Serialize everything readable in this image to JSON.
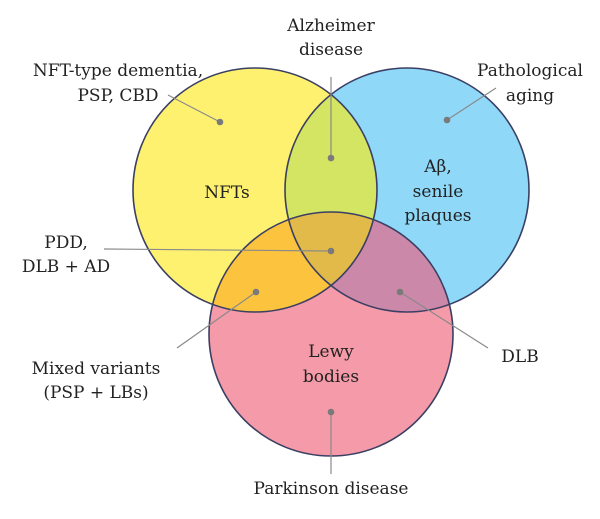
{
  "colors": {
    "yellow_circle": "#fff170",
    "blue_circle": "#8fd8f8",
    "pink_circle": "#f49aa8",
    "yellow_blue_overlap": "#d4e463",
    "yellow_pink_overlap": "#fcc43e",
    "blue_pink_overlap": "#cc88a8",
    "center_overlap": "#e2ba4a",
    "outline": "#3a3f63"
  },
  "circles": {
    "yellow": {
      "lines": [
        "NFTs"
      ]
    },
    "blue": {
      "lines": [
        "Aβ,",
        "senile",
        "plaques"
      ]
    },
    "pink": {
      "lines": [
        "Lewy",
        "bodies"
      ]
    }
  },
  "annotations": {
    "alzheimer": {
      "lines": [
        "Alzheimer",
        "disease"
      ]
    },
    "nft_dementia": {
      "lines": [
        "NFT-type dementia,",
        "PSP, CBD"
      ]
    },
    "pathological_aging": {
      "lines": [
        "Pathological",
        "aging"
      ]
    },
    "pdd": {
      "lines": [
        "PDD,",
        "DLB + AD"
      ]
    },
    "mixed_variants": {
      "lines": [
        "Mixed variants",
        "(PSP + LBs)"
      ]
    },
    "dlb": {
      "lines": [
        "DLB"
      ]
    },
    "parkinson": {
      "lines": [
        "Parkinson disease"
      ]
    }
  }
}
